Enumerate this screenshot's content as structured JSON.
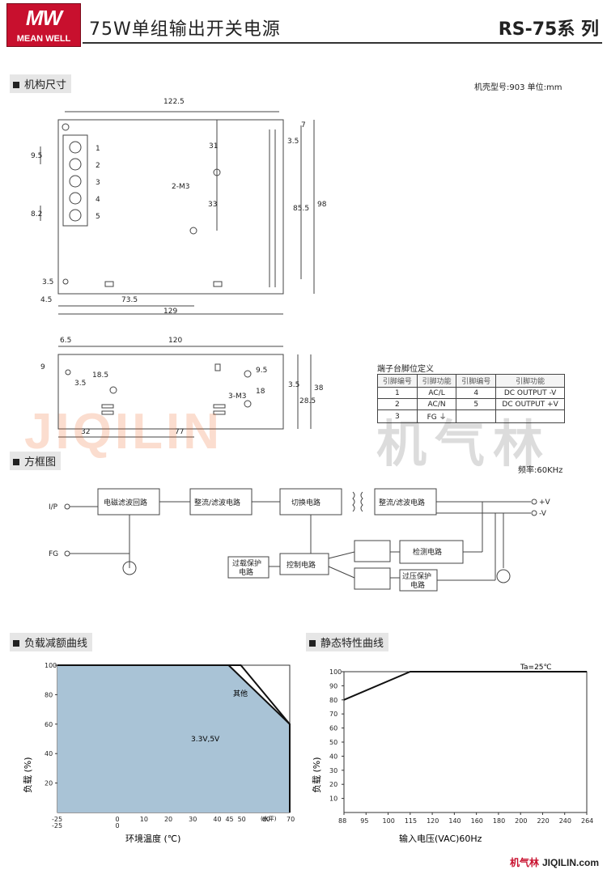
{
  "header": {
    "logo_mark": "MW",
    "logo_text": "MEAN WELL",
    "title": "75W单组输出开关电源",
    "series": "RS-75系 列"
  },
  "sections": {
    "mechanical": "机构尺寸",
    "block": "方框图",
    "derating": "负载减额曲线",
    "static": "静态特性曲线"
  },
  "mechanical": {
    "case_info": "机壳型号:903 单位:mm",
    "dims_top": [
      "122.5",
      "7",
      "3.5",
      "9.5",
      "31",
      "2-M3",
      "33",
      "85.5",
      "98",
      "8.2",
      "3.5",
      "4.5",
      "73.5",
      "129"
    ],
    "terminal_numbers": [
      "1",
      "2",
      "3",
      "4",
      "5"
    ],
    "dims_side": [
      "6.5",
      "120",
      "9",
      "3.5",
      "18.5",
      "9.5",
      "3.5",
      "18",
      "3-M3",
      "28.5",
      "38",
      "32",
      "77"
    ]
  },
  "pin_table": {
    "title": "端子台脚位定义",
    "headers": [
      "引脚编号",
      "引脚功能",
      "引脚编号",
      "引脚功能"
    ],
    "rows": [
      [
        "1",
        "AC/L",
        "4",
        "DC OUTPUT -V"
      ],
      [
        "2",
        "AC/N",
        "5",
        "DC OUTPUT +V"
      ],
      [
        "3",
        "FG ⏚",
        "",
        ""
      ]
    ]
  },
  "watermark": {
    "latin": "JIQILIN",
    "cn": "机气林"
  },
  "block_diagram": {
    "freq": "频率:60KHz",
    "ip": "I/P",
    "fg": "FG",
    "emi": "电磁滤波回路",
    "rect1": "整流/滤波电路",
    "switch": "切换电路",
    "rect2": "整流/滤波电路",
    "vpos": "+V",
    "vneg": "-V",
    "ocp_1": "过载保护",
    "ocp_2": "电路",
    "control": "控制电路",
    "detect": "检测电路",
    "ovp_1": "过压保护",
    "ovp_2": "电路"
  },
  "derating_chart": {
    "ylabel": "负载 (%)",
    "xlabel": "环境温度 (℃)",
    "horizontal": "(水平)",
    "label_other": "其他",
    "label_33v5v": "3.3V,5V",
    "y_ticks": [
      "100",
      "80",
      "60",
      "40",
      "20"
    ],
    "x_ticks": [
      "-25",
      "0",
      "10",
      "20",
      "30",
      "40",
      "45",
      "50",
      "60",
      "70"
    ],
    "x_ticks_second": [
      "-25",
      "0"
    ]
  },
  "static_chart": {
    "ylabel": "负载 (%)",
    "xlabel": "输入电压(VAC)60Hz",
    "ta": "Ta=25℃",
    "y_ticks": [
      "100",
      "90",
      "80",
      "70",
      "60",
      "50",
      "40",
      "30",
      "20",
      "10"
    ],
    "x_ticks": [
      "88",
      "95",
      "100",
      "115",
      "120",
      "140",
      "160",
      "180",
      "200",
      "220",
      "240",
      "264"
    ]
  },
  "chart_data": [
    {
      "type": "area",
      "series": [
        {
          "name": "其他",
          "x": [
            -25,
            50,
            70,
            70
          ],
          "y": [
            100,
            100,
            60,
            0
          ]
        },
        {
          "name": "3.3V,5V",
          "x": [
            -25,
            45,
            70,
            70
          ],
          "y": [
            100,
            100,
            60,
            0
          ]
        }
      ],
      "xlabel": "环境温度 (℃)",
      "ylabel": "负载 (%)",
      "xlim": [
        -25,
        70
      ],
      "ylim": [
        0,
        100
      ]
    },
    {
      "type": "line",
      "x": [
        88,
        115,
        264
      ],
      "y": [
        80,
        100,
        100
      ],
      "xlabel": "输入电压(VAC)60Hz",
      "ylabel": "负载 (%)",
      "annotation": "Ta=25℃",
      "ylim": [
        0,
        100
      ]
    }
  ],
  "footer": {
    "cn": "机气林",
    "url": "JIQILIN.com"
  }
}
